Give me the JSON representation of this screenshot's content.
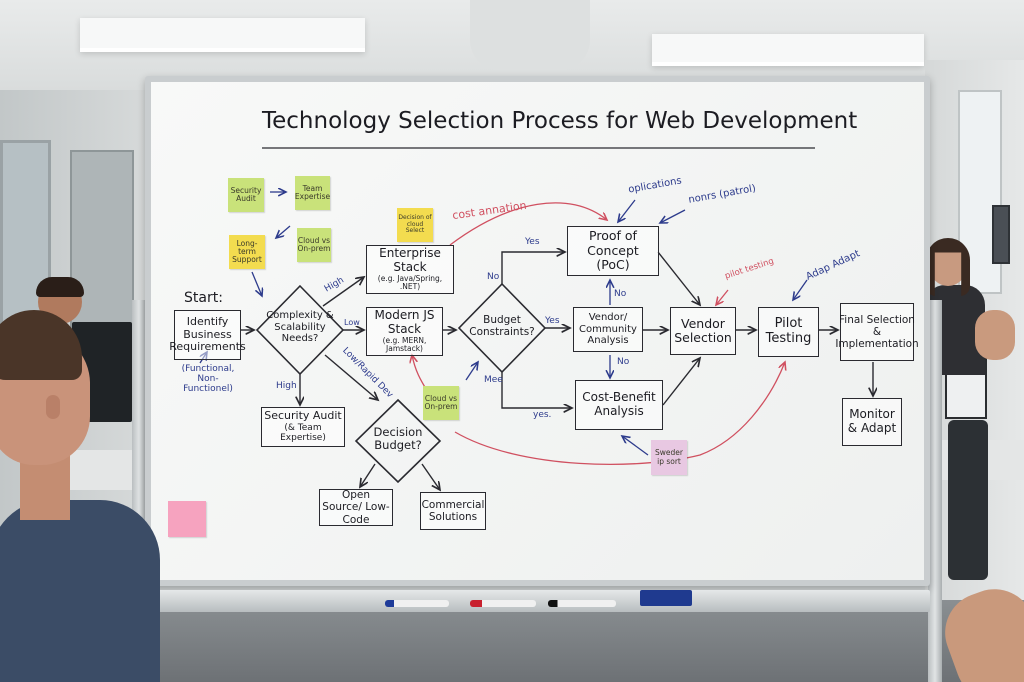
{
  "whiteboard": {
    "title": "Technology Selection Process for Web Development",
    "start_label": "Start:",
    "nodes": {
      "identify": "Identify Business Requirements",
      "identify_note": "(Functional, Non-Functionel)",
      "complexity": "Complexity & Scalability Needs?",
      "enterprise": "Enterprise Stack",
      "enterprise_sub": "(e.g. Java/Spring, .NET)",
      "modernjs": "Modern JS Stack",
      "modernjs_sub": "(e.g. MERN, Jamstack)",
      "budget": "Budget Constraints?",
      "poc": "Proof of Concept (PoC)",
      "vendor_community": "Vendor/ Community Analysis",
      "cost_benefit": "Cost-Benefit Analysis",
      "vendor_selection": "Vendor Selection",
      "pilot": "Pilot Testing",
      "final": "Final Selection & Implementation",
      "monitor": "Monitor & Adapt",
      "security": "Security Audit",
      "security_sub": "(& Team Expertise)",
      "decision": "Decision Budget?",
      "opensource": "Open Source/ Low-Code",
      "commercial": "Commercial Solutions"
    },
    "edge_labels": {
      "high1": "High",
      "low": "Low",
      "high2": "High",
      "low_rapid": "Low/Rapid Dev",
      "yes1": "Yes",
      "no1": "No",
      "yes2": "Yes",
      "no2": "No",
      "no3": "No",
      "maybe": "Mee",
      "yes3": "yes."
    },
    "annotations": {
      "cost_annotation": "cost annation",
      "applications": "oplications",
      "nonrs": "nonrs (patrol)",
      "pilot_testing": "pilot testing",
      "adap_adapt": "Adap Adapt"
    },
    "sticky_notes": {
      "security_audit": "Security Audit",
      "team_expertise": "Team Expertise",
      "long_term": "Long-term Support",
      "cloud_onprem": "Cloud vs On-prem",
      "yellow_center": "Decision of cloud Select",
      "cloud_onprem2": "Cloud vs On-prem",
      "lilac": "Sweder ip sort"
    },
    "markers": [
      "blue-marker",
      "red-marker",
      "black-marker"
    ]
  },
  "colors": {
    "board": "#f4f5f3",
    "frame": "#c9cdcf",
    "ink": "#1c1c22",
    "blue_ink": "#2d3b8c",
    "red_ink": "#d05060"
  }
}
